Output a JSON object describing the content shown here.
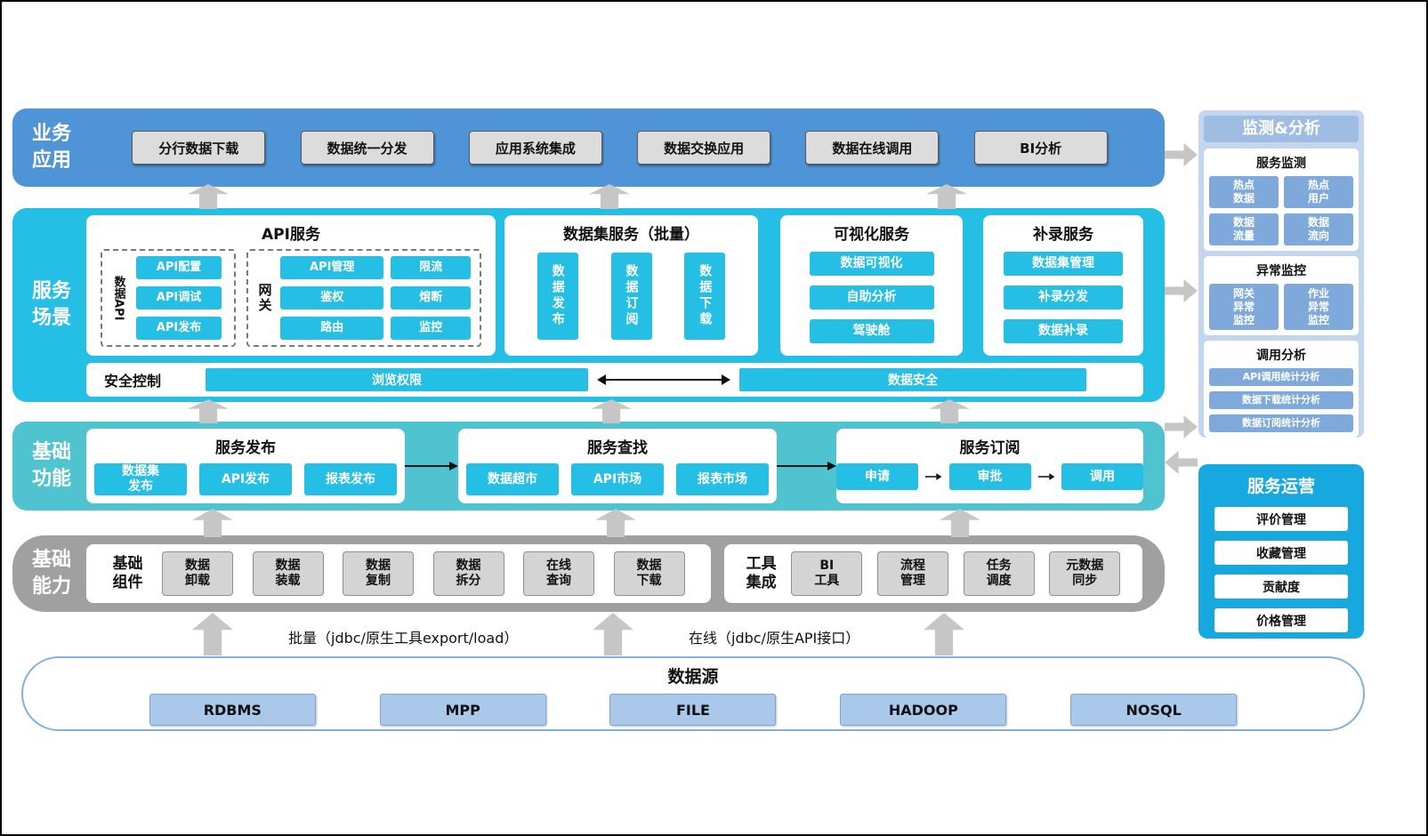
{
  "layers": {
    "business": {
      "label": "业务\n应用",
      "items": [
        "分行数据下载",
        "数据统一分发",
        "应用系统集成",
        "数据交换应用",
        "数据在线调用",
        "BI分析"
      ]
    },
    "scenarios": {
      "label": "服务\n场景",
      "api_service": {
        "title": "API服务",
        "data_api": {
          "label": "数据API",
          "items": [
            "API配置",
            "API调试",
            "API发布"
          ]
        },
        "gateway": {
          "label": "网关",
          "items": [
            "API管理",
            "限流",
            "鉴权",
            "熔断",
            "路由",
            "监控"
          ]
        }
      },
      "dataset_service": {
        "title": "数据集服务（批量）",
        "items": [
          "数据发布",
          "数据订阅",
          "数据下载"
        ]
      },
      "visualization": {
        "title": "可视化服务",
        "items": [
          "数据可视化",
          "自助分析",
          "驾驶舱"
        ]
      },
      "supplement": {
        "title": "补录服务",
        "items": [
          "数据集管理",
          "补录分发",
          "数据补录"
        ]
      },
      "security": {
        "label": "安全控制",
        "left": "浏览权限",
        "right": "数据安全"
      }
    },
    "functions": {
      "label": "基础\n功能",
      "publish": {
        "title": "服务发布",
        "items": [
          "数据集\n发布",
          "API发布",
          "报表发布"
        ]
      },
      "search": {
        "title": "服务查找",
        "items": [
          "数据超市",
          "API市场",
          "报表市场"
        ]
      },
      "subscribe": {
        "title": "服务订阅",
        "items": [
          "申请",
          "审批",
          "调用"
        ]
      }
    },
    "capabilities": {
      "label": "基础\n能力",
      "components": {
        "label": "基础\n组件",
        "items": [
          "数据\n卸载",
          "数据\n装载",
          "数据\n复制",
          "数据\n拆分",
          "在线\n查询",
          "数据\n下载"
        ]
      },
      "tools": {
        "label": "工具\n集成",
        "items": [
          "BI\n工具",
          "流程\n管理",
          "任务\n调度",
          "元数据\n同步"
        ]
      }
    }
  },
  "connections": {
    "batch": "批量（jdbc/原生工具export/load）",
    "online": "在线（jdbc/原生API接口）"
  },
  "datasource": {
    "title": "数据源",
    "items": [
      "RDBMS",
      "MPP",
      "FILE",
      "HADOOP",
      "NOSQL"
    ]
  },
  "monitoring": {
    "title": "监测&分析",
    "service_monitor": {
      "title": "服务监测",
      "items": [
        "热点\n数据",
        "热点\n用户",
        "数据\n流量",
        "数据\n流向"
      ]
    },
    "exception_monitor": {
      "title": "异常监控",
      "items": [
        "网关\n异常\n监控",
        "作业\n异常\n监控"
      ]
    },
    "call_analysis": {
      "title": "调用分析",
      "items": [
        "API调用统计分析",
        "数据下载统计分析",
        "数据订阅统计分析"
      ]
    }
  },
  "operations": {
    "title": "服务运营",
    "items": [
      "评价管理",
      "收藏管理",
      "贡献度",
      "价格管理"
    ]
  },
  "colors": {
    "business_blue": "#4E94D6",
    "scenario_cyan": "#25BEE5",
    "function_teal": "#4FC3D0",
    "capability_gray": "#A0A0A0",
    "monitor_panel_blue": "#C4D6EE",
    "monitor_button_blue": "#7FA9DA",
    "operations_cyan": "#18A8E0",
    "source_box_blue": "#A9C8EA",
    "arrow_gray": "#C6C6C6"
  }
}
